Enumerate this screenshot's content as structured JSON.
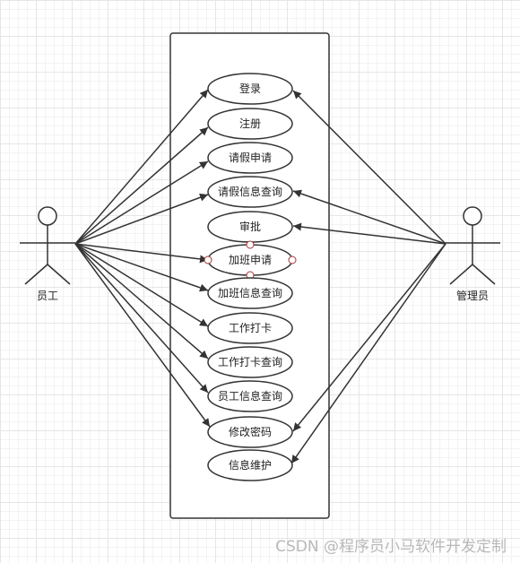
{
  "actors": {
    "employee": "员工",
    "admin": "管理员"
  },
  "use_cases": {
    "login": "登录",
    "register": "注册",
    "leave_request": "请假申请",
    "leave_query": "请假信息查询",
    "approve": "审批",
    "overtime_request": "加班申请",
    "overtime_query": "加班信息查询",
    "clock_in": "工作打卡",
    "clock_in_query": "工作打卡查询",
    "employee_info_query": "员工信息查询",
    "change_password": "修改密码",
    "info_maintenance": "信息维护"
  },
  "watermark": "CSDN @程序员小马软件开发定制",
  "colors": {
    "line": "#333333",
    "selection_handle": "#a33333"
  }
}
